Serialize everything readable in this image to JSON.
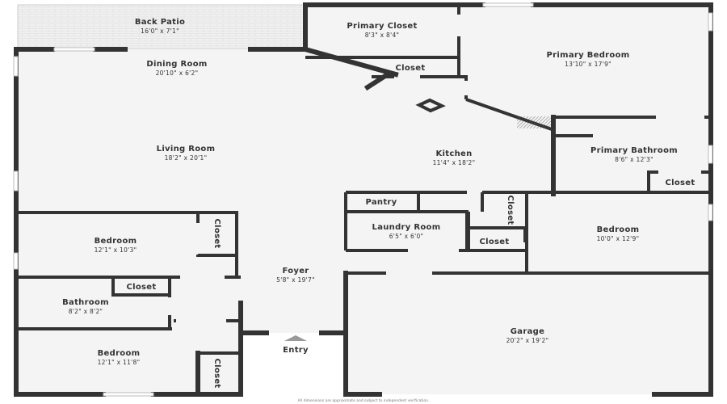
{
  "rooms": {
    "back_patio": {
      "name": "Back Patio",
      "dim": "16'0\" x 7'1\""
    },
    "primary_closet": {
      "name": "Primary Closet",
      "dim": "8'3\" x 8'4\""
    },
    "closet_top": {
      "name": "Closet"
    },
    "primary_bedroom": {
      "name": "Primary Bedroom",
      "dim": "13'10\" x 17'9\""
    },
    "dining_room": {
      "name": "Dining Room",
      "dim": "20'10\" x 6'2\""
    },
    "living_room": {
      "name": "Living Room",
      "dim": "18'2\" x 20'1\""
    },
    "kitchen": {
      "name": "Kitchen",
      "dim": "11'4\" x 18'2\""
    },
    "primary_bathroom": {
      "name": "Primary Bathroom",
      "dim": "8'6\" x 12'3\""
    },
    "closet_bath": {
      "name": "Closet"
    },
    "pantry": {
      "name": "Pantry"
    },
    "laundry_room": {
      "name": "Laundry Room",
      "dim": "6'5\" x 6'0\""
    },
    "closet_vertical": {
      "name": "Closet"
    },
    "closet_mid": {
      "name": "Closet"
    },
    "bedroom_right": {
      "name": "Bedroom",
      "dim": "10'0\" x 12'9\""
    },
    "bedroom_left": {
      "name": "Bedroom",
      "dim": "12'1\" x 10'3\""
    },
    "closet_left1": {
      "name": "Closet"
    },
    "closet_bathroom": {
      "name": "Closet"
    },
    "bathroom": {
      "name": "Bathroom",
      "dim": "8'2\" x 8'2\""
    },
    "foyer": {
      "name": "Foyer",
      "dim": "5'8\" x 19'7\""
    },
    "bedroom_bottom": {
      "name": "Bedroom",
      "dim": "12'1\" x 11'8\""
    },
    "closet_left2": {
      "name": "Closet"
    },
    "garage": {
      "name": "Garage",
      "dim": "20'2\" x 19'2\""
    },
    "entry": {
      "name": "Entry"
    }
  },
  "footer": "All dimensions are approximate and subject to independent verification.",
  "colors": {
    "wall": "#333333",
    "floor": "#f4f4f4",
    "patio": "#ececec"
  }
}
